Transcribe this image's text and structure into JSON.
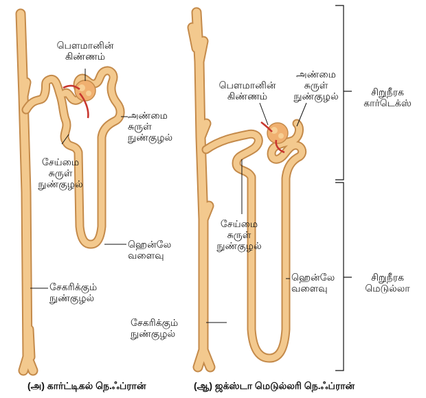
{
  "diagram_a": {
    "glomerulus_label": [
      "பௌமானின்",
      "கிண்ணம்"
    ],
    "distal_label": [
      "அண்மை",
      "சுருள்",
      "நுண்குழல்"
    ],
    "proximal_label": [
      "சேய்மை",
      "சுருள்",
      "நுண்குழல்"
    ],
    "henle_label": [
      "ஹென்லே",
      "வளைவு"
    ],
    "collecting_label": [
      "சேகரிக்கும்",
      "நுண்குழல்"
    ],
    "caption": "(அ)  கார்ட்டிகல் நெ.ஃப்ரான்"
  },
  "diagram_b": {
    "glomerulus_label": [
      "பௌமானின்",
      "கிண்ணம்"
    ],
    "distal_label": [
      "அண்மை",
      "சுருள்",
      "நுண்குழல்"
    ],
    "proximal_label": [
      "சேய்மை",
      "சுருள்",
      "நுண்குழல்"
    ],
    "henle_label": [
      "ஹென்லே",
      "வளைவு"
    ],
    "collecting_label": [
      "சேகரிக்கும்",
      "நுண்குழல்"
    ],
    "caption": "(ஆ)  ஜக்ஸ்டா மெடுல்லரி நெ.ஃப்ரான்"
  },
  "regions": {
    "cortex_label": [
      "சிறுநீரக",
      "கார்டெக்ஸ்"
    ],
    "medulla_label": [
      "சிறுநீரக",
      "மெடுல்லா"
    ]
  },
  "colors": {
    "tubule_outline": "#c48a4a",
    "tubule_fill": "#f3c98e",
    "capillary": "#c8372f",
    "glomerulus": "#f0b070"
  }
}
